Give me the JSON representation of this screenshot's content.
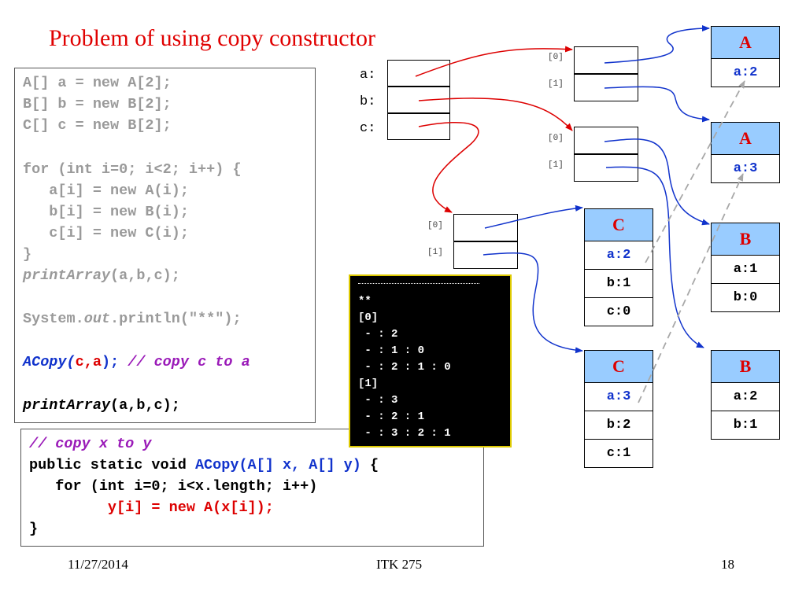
{
  "slide": {
    "title": "Problem of using copy constructor",
    "footer": {
      "date": "11/27/2014",
      "course": "ITK 275",
      "page": "18"
    }
  },
  "code_left": {
    "l1": "A[] a = new A[2];",
    "l2": "B[] b = new B[2];",
    "l3": "C[] c = new B[2];",
    "l4": "for (int i=0; i<2; i++) {",
    "l5": "   a[i] = new A(i);",
    "l6": "   b[i] = new B(i);",
    "l7": "   c[i] = new C(i);",
    "l8": "}",
    "l9_fn": "printArray",
    "l9_rest": "(a,b,c);",
    "l10_a": "System.",
    "l10_b": "out",
    "l10_c": ".println(\"**\");",
    "l11_fn": "ACopy(",
    "l11_args": "c,a",
    "l11_close": ");",
    "l11_comment": " // copy c to a",
    "l12_fn": "printArray",
    "l12_rest": "(a,b,c);"
  },
  "code_bottom": {
    "l1": "// copy x to y",
    "l2_a": "public static void ",
    "l2_b": "ACopy(A[] x, A[] y)",
    "l2_c": " {",
    "l3": "   for (int i=0; i<x.length; i++)",
    "l4": "         y[i] = new A(x[i]);",
    "l5": "}"
  },
  "vars": {
    "a": "a:",
    "b": "b:",
    "c": "c:"
  },
  "indices": {
    "i0": "[0]",
    "i1": "[1]"
  },
  "objects": {
    "a_top": {
      "type": "A",
      "rows": [
        "a:2"
      ]
    },
    "a_mid": {
      "type": "A",
      "rows": [
        "a:3"
      ]
    },
    "b_top": {
      "type": "B",
      "rows": [
        "a:1",
        "b:0"
      ]
    },
    "b_bot": {
      "type": "B",
      "rows": [
        "a:2",
        "b:1"
      ]
    },
    "c_top": {
      "type": "C",
      "rows": [
        "a:2",
        "b:1",
        "c:0"
      ]
    },
    "c_bot": {
      "type": "C",
      "rows": [
        "a:3",
        "b:2",
        "c:1"
      ]
    }
  },
  "console": {
    "lines": [
      "**",
      "[0]",
      " - : 2",
      " - : 1 : 0",
      " - : 2 : 1 : 0",
      "[1]",
      " - : 3",
      " - : 2 : 1",
      " - : 3 : 2 : 1"
    ]
  },
  "colors": {
    "title": "#e00000",
    "header_fill": "#99ccff",
    "arrow_red": "#dd0000",
    "arrow_blue": "#1133cc",
    "console_border": "#ddc900"
  }
}
